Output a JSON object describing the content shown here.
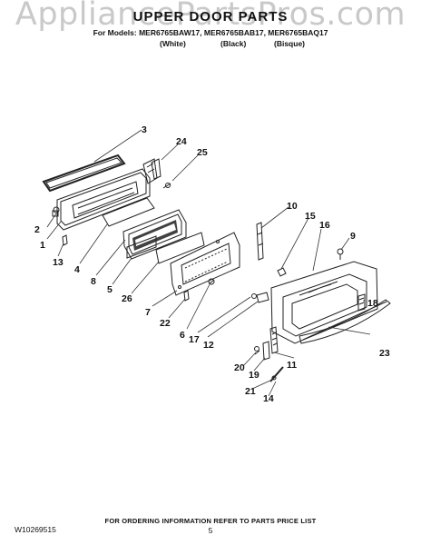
{
  "watermark": "AppliancePartsPros.com",
  "header": {
    "title": "UPPER DOOR PARTS",
    "models_line": "For Models: MER6765BAW17, MER6765BAB17, MER6765BAQ17",
    "variants": [
      "(White)",
      "(Black)",
      "(Bisque)"
    ]
  },
  "callouts": {
    "c1": "1",
    "c2": "2",
    "c3": "3",
    "c4": "4",
    "c5": "5",
    "c6": "6",
    "c7": "7",
    "c8": "8",
    "c9": "9",
    "c10": "10",
    "c11": "11",
    "c12": "12",
    "c13": "13",
    "c14": "14",
    "c15": "15",
    "c16": "16",
    "c17": "17",
    "c18": "18",
    "c19": "19",
    "c20": "20",
    "c21": "21",
    "c22": "22",
    "c23": "23",
    "c24": "24",
    "c25": "25",
    "c26": "26"
  },
  "footer": {
    "doc_number": "W10269515",
    "note": "FOR ORDERING INFORMATION REFER TO PARTS PRICE LIST",
    "page": "5"
  }
}
